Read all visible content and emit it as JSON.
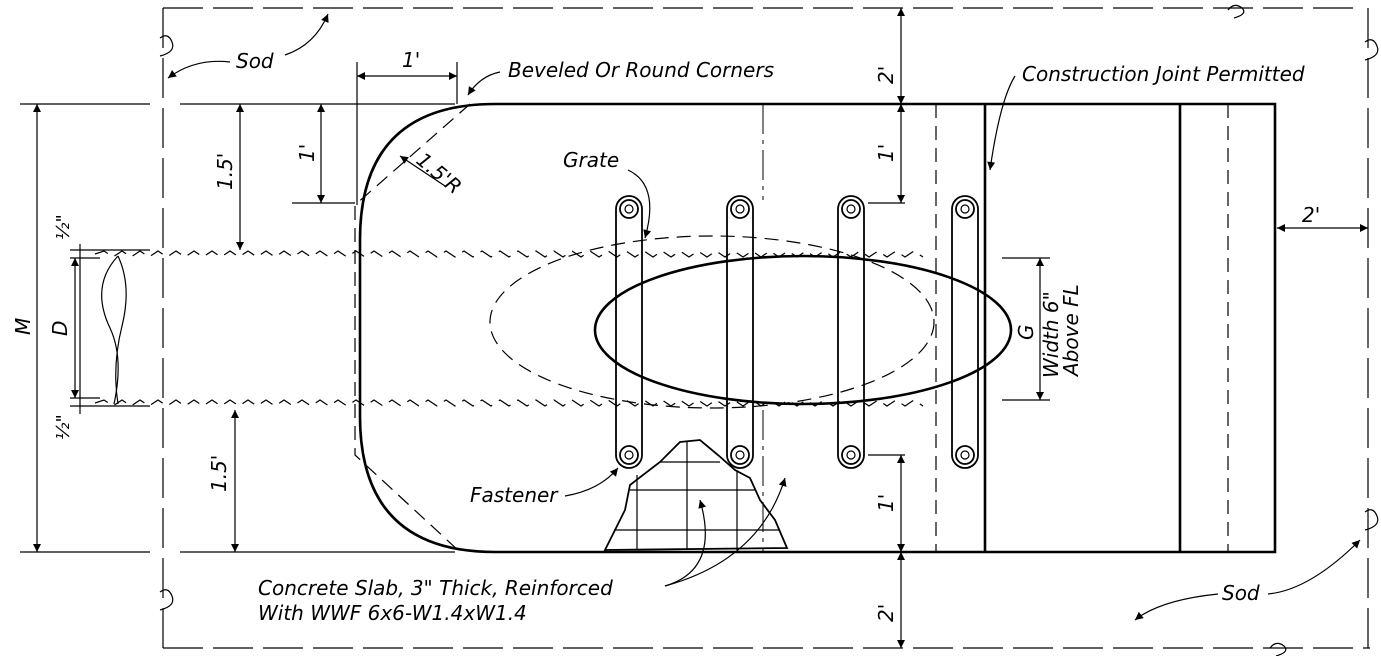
{
  "labels": {
    "sod_top": "Sod",
    "sod_bottom": "Sod",
    "beveled": "Beveled Or Round Corners",
    "construction_joint": "Construction Joint Permitted",
    "grate": "Grate",
    "fastener": "Fastener",
    "slab_line1": "Concrete Slab, 3\" Thick, Reinforced",
    "slab_line2": "With WWF 6x6-W1.4xW1.4",
    "width_line1": "Width 6\"",
    "width_line2": "Above FL"
  },
  "dimensions": {
    "dim_1ft_top": "1'",
    "dim_1ft_left": "1'",
    "dim_1_5ft_top": "1.5'",
    "dim_1_5R": "1.5'R",
    "dim_2ft_top": "2'",
    "dim_1ft_right_top": "1'",
    "dim_2ft_right": "2'",
    "dim_half_top": "½\"",
    "dim_half_bottom": "½\"",
    "dim_D": "D",
    "dim_M": "M",
    "dim_G": "G",
    "dim_1_5ft_bottom": "1.5'",
    "dim_1ft_bottom": "1'",
    "dim_2ft_bottom": "2'"
  }
}
